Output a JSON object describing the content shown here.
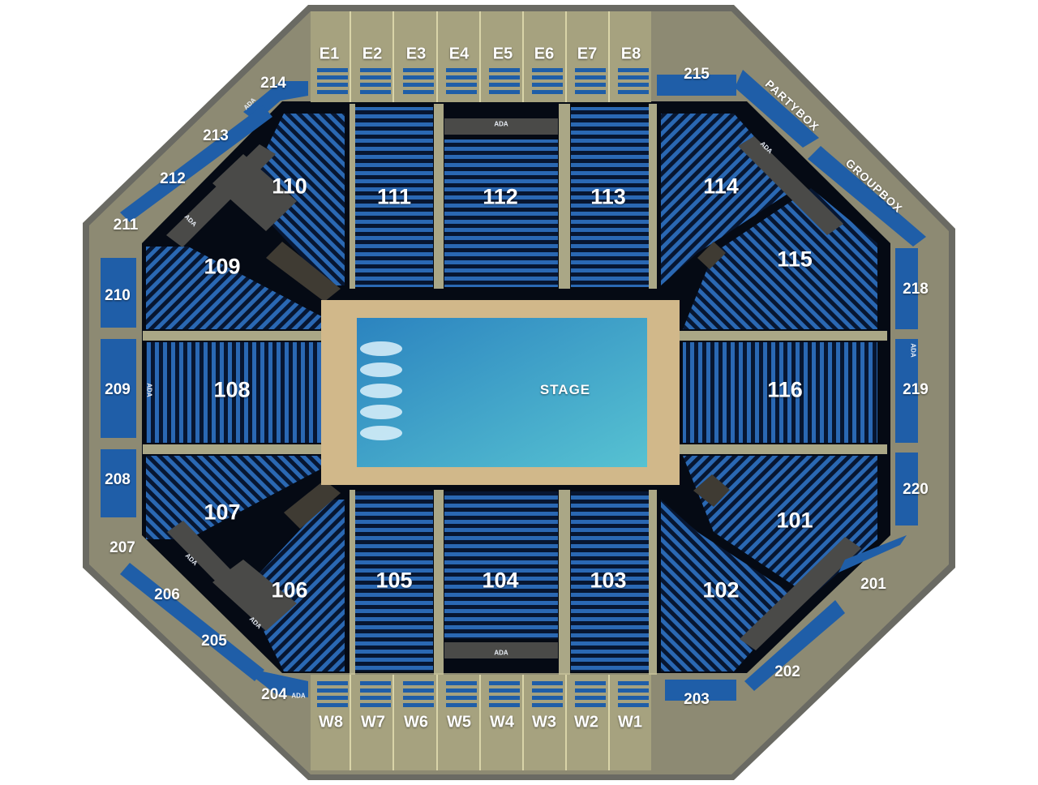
{
  "colors": {
    "concourse": "#8d8a73",
    "floor_wood": "#d1b88a",
    "seat_blue": "#1f5ea8",
    "seat_dark": "#0d2f5e",
    "stage_blue": "#3aa9d6",
    "bowl_dark": "#050a14"
  },
  "stage": {
    "label": "STAGE"
  },
  "ada_label": "ADA",
  "sections_lower": {
    "s101": "101",
    "s102": "102",
    "s103": "103",
    "s104": "104",
    "s105": "105",
    "s106": "106",
    "s107": "107",
    "s108": "108",
    "s109": "109",
    "s110": "110",
    "s111": "111",
    "s112": "112",
    "s113": "113",
    "s114": "114",
    "s115": "115",
    "s116": "116"
  },
  "sections_upper": {
    "s201": "201",
    "s202": "202",
    "s203": "203",
    "s204": "204",
    "s205": "205",
    "s206": "206",
    "s207": "207",
    "s208": "208",
    "s209": "209",
    "s210": "210",
    "s211": "211",
    "s212": "212",
    "s213": "213",
    "s214": "214",
    "s215": "215",
    "s218": "218",
    "s219": "219",
    "s220": "220"
  },
  "boxes": {
    "east": [
      "E1",
      "E2",
      "E3",
      "E4",
      "E5",
      "E6",
      "E7",
      "E8"
    ],
    "west": [
      "W8",
      "W7",
      "W6",
      "W5",
      "W4",
      "W3",
      "W2",
      "W1"
    ],
    "partybox": "PARTYBOX",
    "groupbox": "GROUPBOX"
  }
}
